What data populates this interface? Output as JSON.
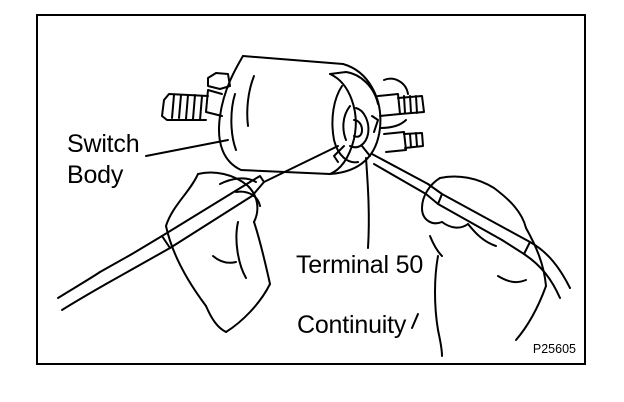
{
  "labels": {
    "switch_body_line1": "Switch",
    "switch_body_line2": "Body",
    "terminal": "Terminal 50",
    "continuity": "Continuity"
  },
  "figure_code": "P25605",
  "colors": {
    "ink": "#000000",
    "paper": "#ffffff"
  },
  "icons": [
    "starter-solenoid-switch",
    "left-hand",
    "right-hand",
    "left-probe",
    "right-probe"
  ]
}
